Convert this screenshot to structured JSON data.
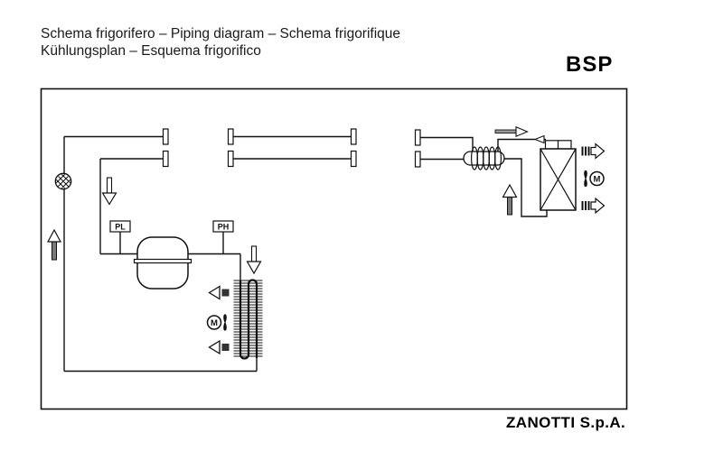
{
  "header": {
    "title_line1": "Schema frigorifero – Piping diagram – Schema frigorifique",
    "title_line2": "Kühlungsplan – Esquema frigorifico",
    "model_code": "BSP"
  },
  "footer": {
    "company": "ZANOTTI S.p.A."
  },
  "diagram": {
    "labels": {
      "pressure_switch_low": "PL",
      "pressure_switch_high": "PH",
      "condenser_fan_motor": "M",
      "evaporator_fan_motor": "M"
    },
    "colors": {
      "ink": "#111111",
      "background": "#ffffff",
      "arrow_shaft_gray": "#7a7a7a"
    },
    "icons": {
      "filter_drier": "filter-drier-icon",
      "compressor": "compressor-icon",
      "condenser_coil": "finned-coil-icon",
      "fan_motor": "fan-motor-icon",
      "heat_exchanger": "coil-heat-exchanger-icon",
      "evaporator": "crossed-box-icon",
      "pipe_flange": "flange-icon",
      "flow_arrow": "hollow-arrow-icon",
      "airflow_arrow": "airflow-arrow-icon"
    }
  }
}
